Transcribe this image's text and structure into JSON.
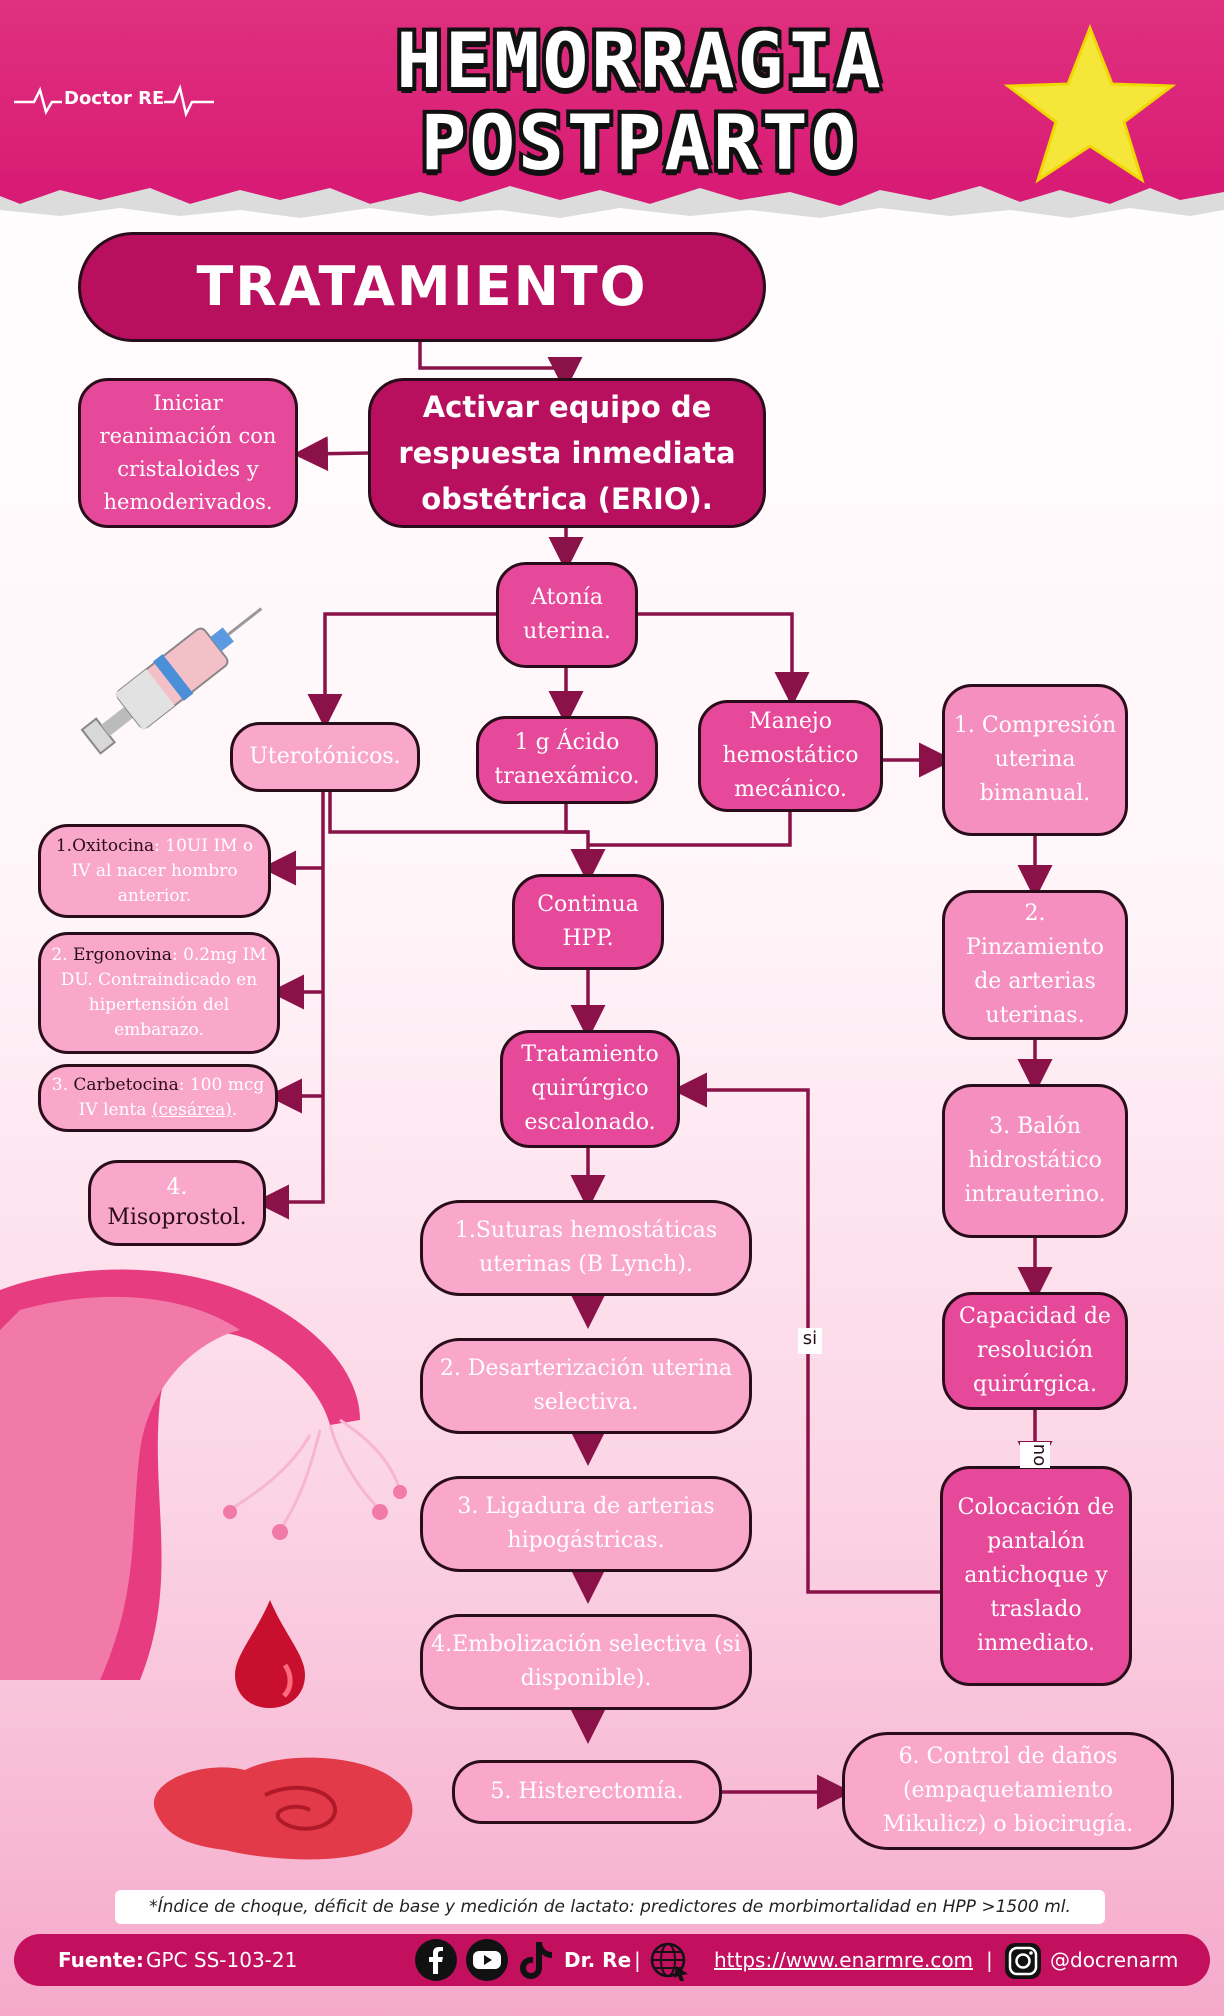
{
  "header": {
    "title_line1": "HEMORRAGIA",
    "title_line2": "POSTPARTO",
    "brand": "Doctor RE"
  },
  "nodes": {
    "tratamiento": "TRATAMIENTO",
    "erio": "Activar equipo de respuesta inmediata obstétrica (ERIO).",
    "reanimacion": "Iniciar reanimación con cristaloides y hemoderivados.",
    "atonia": "Atonía uterina.",
    "uterotonicos": "Uterotónicos.",
    "acido": "1 g Ácido tranexámico.",
    "manejo": "Manejo hemostático mecánico.",
    "compresion": "1. Compresión uterina bimanual.",
    "pinzamiento": "2. Pinzamiento de arterias uterinas.",
    "balon": "3. Balón hidrostático intrauterino.",
    "capacidad": "Capacidad de resolución quirúrgica.",
    "pantalon": "Colocación de pantalón antichoque y traslado inmediato.",
    "continua": "Continua HPP.",
    "quirurgico": "Tratamiento quirúrgico escalonado.",
    "suturas": "1.Suturas hemostáticas uterinas (B Lynch).",
    "desarterizacion": "2. Desarterización uterina selectiva.",
    "ligadura": "3. Ligadura de arterias hipogástricas.",
    "embolizacion": "4.Embolización selectiva (si disponible).",
    "histerectomia": "5. Histerectomía.",
    "control": "6. Control de daños (empaquetamiento Mikulicz) o biocirugía.",
    "misoprostol_num": "4.",
    "misoprostol": "Misoprostol."
  },
  "drugs": {
    "oxitocina_name": "1.Oxitocina",
    "oxitocina_text": ": 10UI IM o IV al nacer hombro anterior.",
    "ergonovina_num": "2. ",
    "ergonovina_name": "Ergonovina",
    "ergonovina_text": ": 0.2mg IM DU. Contraindicado en hipertensión del embarazo.",
    "carbetocina_num": "3. ",
    "carbetocina_name": "Carbetocina",
    "carbetocina_text": ": 100 mcg IV lenta ",
    "carbetocina_link": "(cesárea)",
    "carbetocina_end": "."
  },
  "labels": {
    "si": "si",
    "no": "no"
  },
  "note": "*Índice de choque, déficit de base y medición de lactato: predictores de morbimortalidad en HPP >1500 ml.",
  "footer": {
    "fuente_label": "Fuente:",
    "fuente_value": "GPC SS-103-21",
    "author": "Dr. Re",
    "sep1": "|",
    "url": "https://www.enarmre.com",
    "sep2": "|",
    "handle": "@docrenarm"
  },
  "icons": [
    "facebook-icon",
    "youtube-icon",
    "tiktok-icon",
    "globe-icon",
    "instagram-icon",
    "star-icon",
    "syringe-icon",
    "uterus-icon",
    "blood-drop-icon",
    "heartbeat-icon"
  ],
  "colors": {
    "primary": "#d81b74",
    "dark": "#b8105f",
    "mid": "#e6499a",
    "light": "#f58fbf",
    "line": "#8a1248"
  }
}
